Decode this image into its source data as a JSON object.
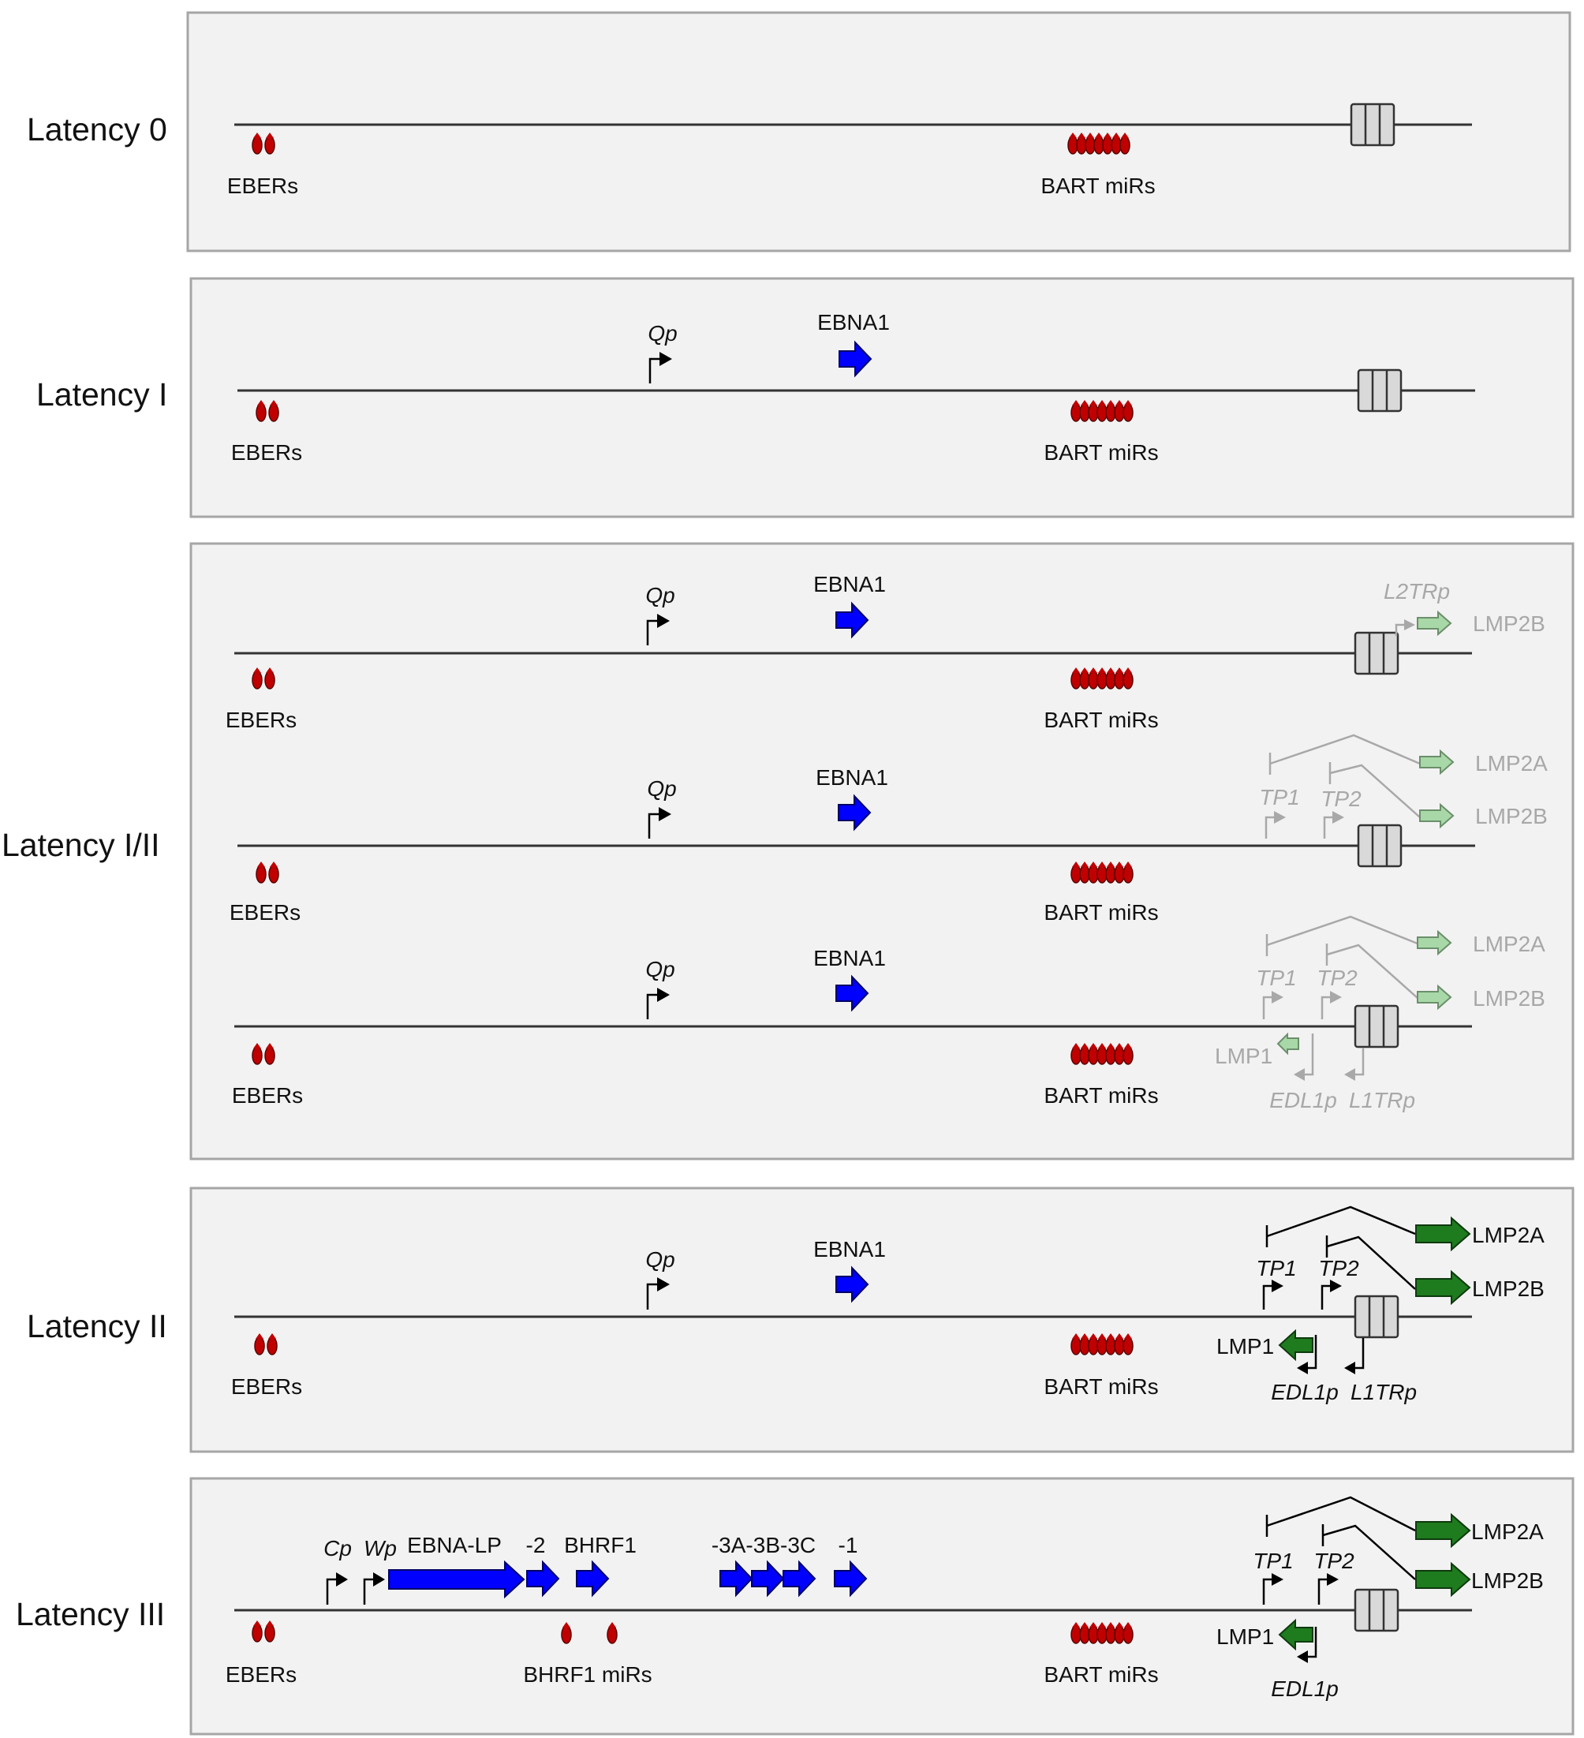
{
  "panels": [
    {
      "label": "Latency 0",
      "tracks": [
        {
          "eber": "EBERs",
          "bart": "BART miRs"
        }
      ]
    },
    {
      "label": "Latency I",
      "tracks": [
        {
          "eber": "EBERs",
          "bart": "BART miRs",
          "qp": "Qp",
          "ebna1": "EBNA1"
        }
      ]
    },
    {
      "label": "Latency I/II",
      "tracks": [
        {
          "eber": "EBERs",
          "bart": "BART miRs",
          "qp": "Qp",
          "ebna1": "EBNA1",
          "l2trp": "L2TRp",
          "lmp2b": "LMP2B"
        },
        {
          "eber": "EBERs",
          "bart": "BART miRs",
          "qp": "Qp",
          "ebna1": "EBNA1",
          "tp1": "TP1",
          "tp2": "TP2",
          "lmp2a": "LMP2A",
          "lmp2b": "LMP2B"
        },
        {
          "eber": "EBERs",
          "bart": "BART miRs",
          "qp": "Qp",
          "ebna1": "EBNA1",
          "tp1": "TP1",
          "tp2": "TP2",
          "lmp2a": "LMP2A",
          "lmp2b": "LMP2B",
          "lmp1": "LMP1",
          "edl1p": "EDL1p",
          "l1trp": "L1TRp"
        }
      ]
    },
    {
      "label": "Latency II",
      "tracks": [
        {
          "eber": "EBERs",
          "bart": "BART miRs",
          "qp": "Qp",
          "ebna1": "EBNA1",
          "tp1": "TP1",
          "tp2": "TP2",
          "lmp2a": "LMP2A",
          "lmp2b": "LMP2B",
          "lmp1": "LMP1",
          "edl1p": "EDL1p",
          "l1trp": "L1TRp"
        }
      ]
    },
    {
      "label": "Latency III",
      "tracks": [
        {
          "eber": "EBERs",
          "bart": "BART miRs",
          "cp": "Cp",
          "wp": "Wp",
          "ebna_lp": "EBNA-LP",
          "ebna2": "-2",
          "bhrf1": "BHRF1",
          "ebna3": "-3A-3B-3C",
          "ebna1": "-1",
          "bhrf1_mirs": "BHRF1 miRs",
          "tp1": "TP1",
          "tp2": "TP2",
          "lmp2a": "LMP2A",
          "lmp2b": "LMP2B",
          "lmp1": "LMP1",
          "edl1p": "EDL1p"
        }
      ]
    }
  ],
  "colors": {
    "panel_fill": "#f2f2f2",
    "panel_border": "#a6a6a6",
    "ebna": "#0000ff",
    "lmp": "#1e7b1e",
    "lmp_faded": "#a8d8a8",
    "mirna": "#c00000",
    "muted": "#a8a8a8"
  }
}
